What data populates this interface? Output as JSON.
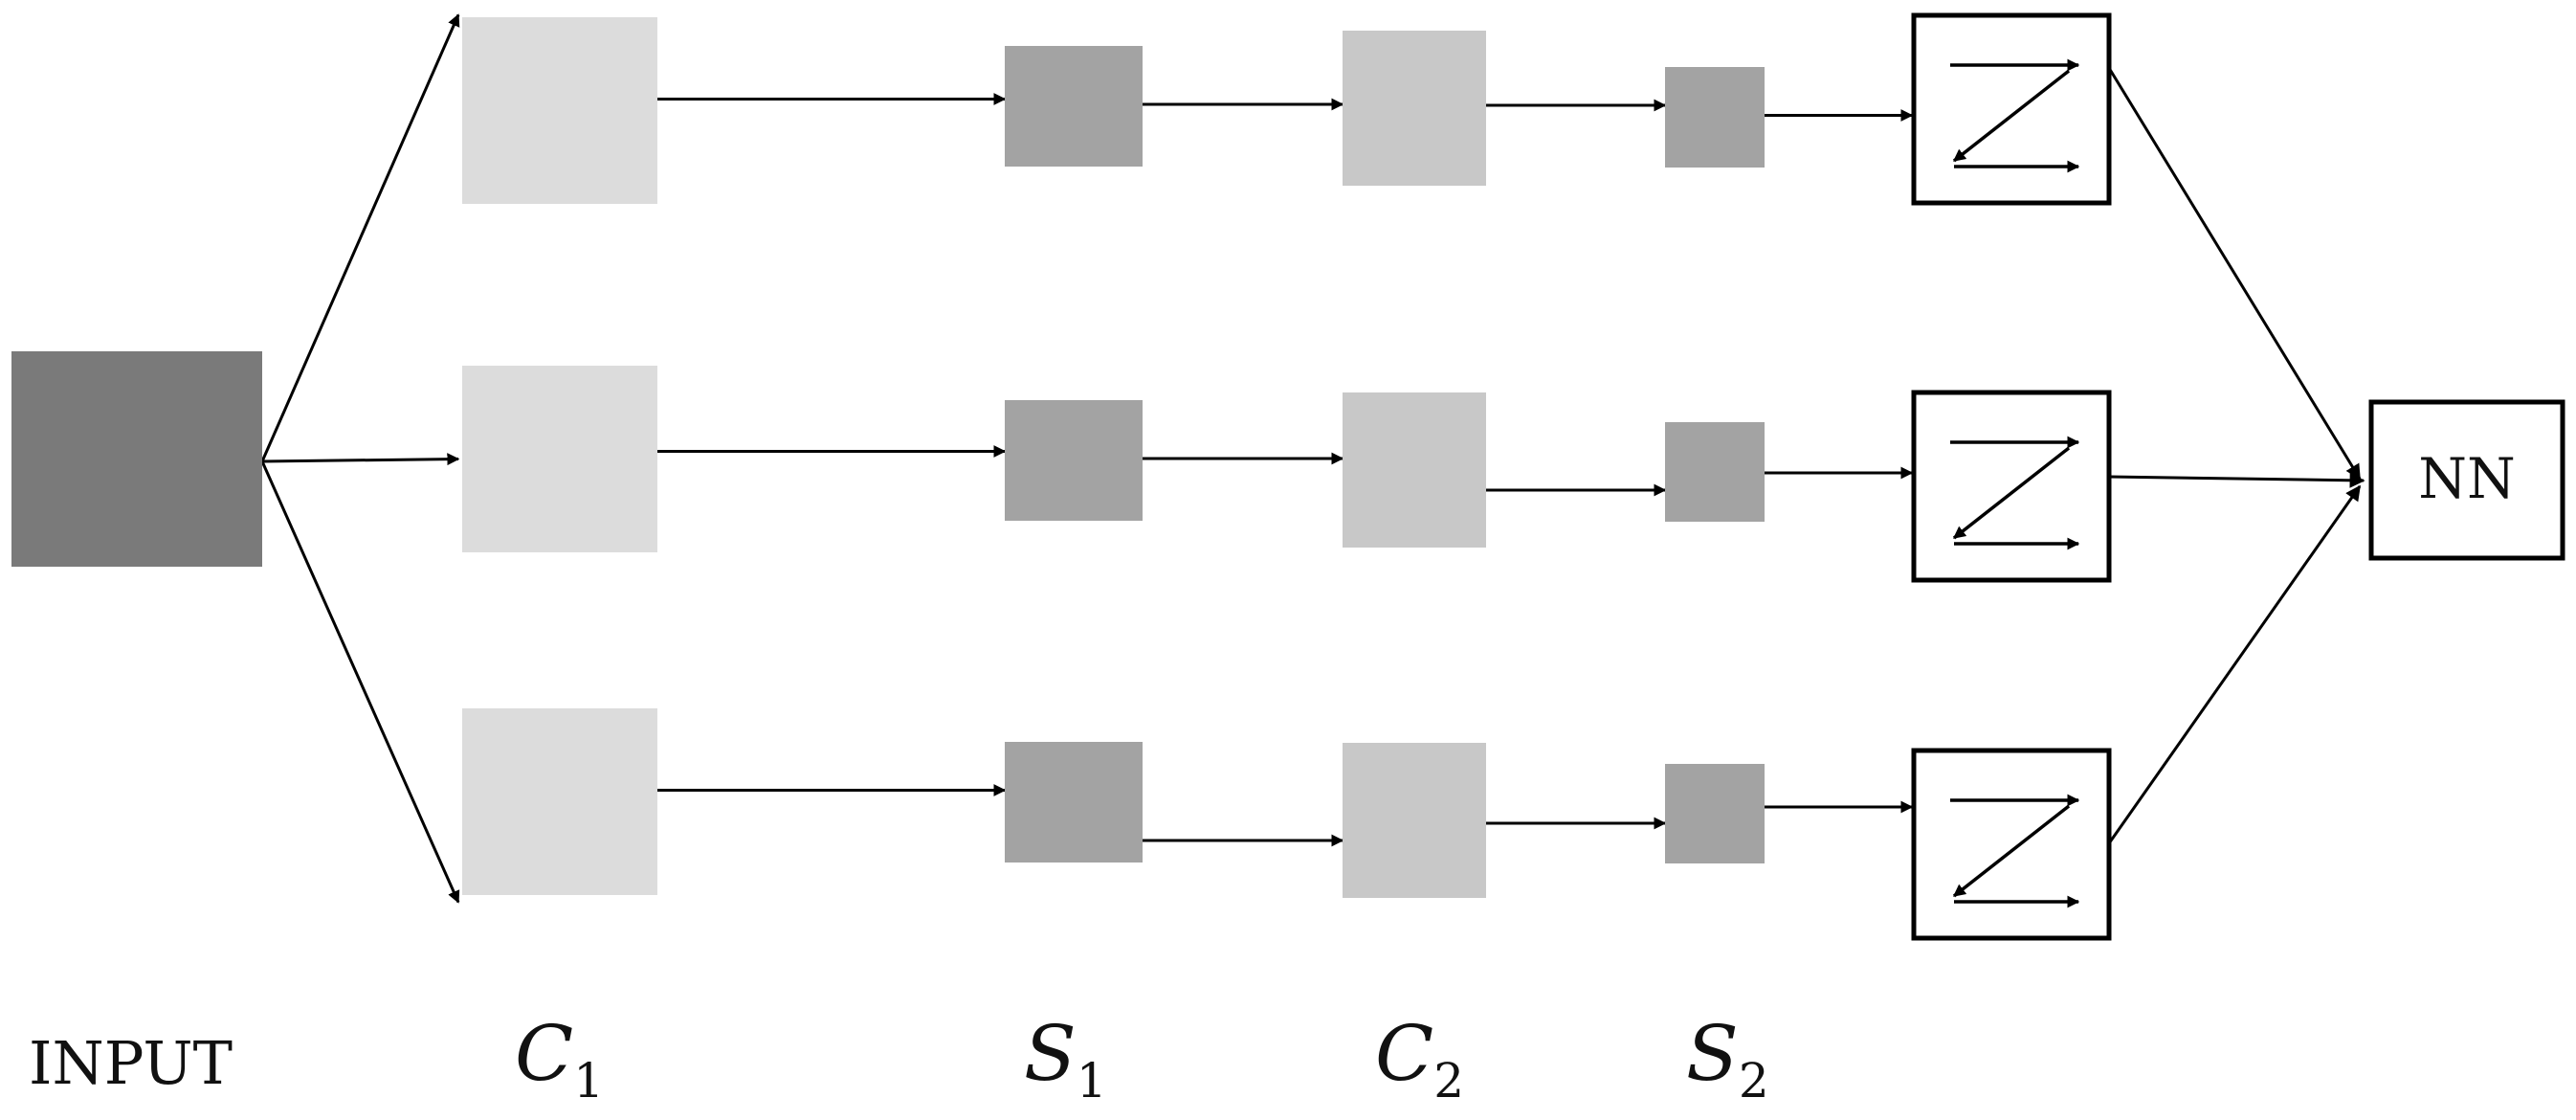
{
  "diagram": {
    "input_label": "INPUT",
    "stage_labels": [
      {
        "letter": "C",
        "sub": "1"
      },
      {
        "letter": "S",
        "sub": "1"
      },
      {
        "letter": "C",
        "sub": "2"
      },
      {
        "letter": "S",
        "sub": "2"
      }
    ],
    "output_label": "NN",
    "branch_count": 3,
    "colors": {
      "input": "#7a7a7a",
      "conv1": "#dcdcdc",
      "pool1": "#a3a3a3",
      "conv2": "#c8c8c8",
      "pool2": "#a3a3a3",
      "line": "#000000"
    }
  }
}
